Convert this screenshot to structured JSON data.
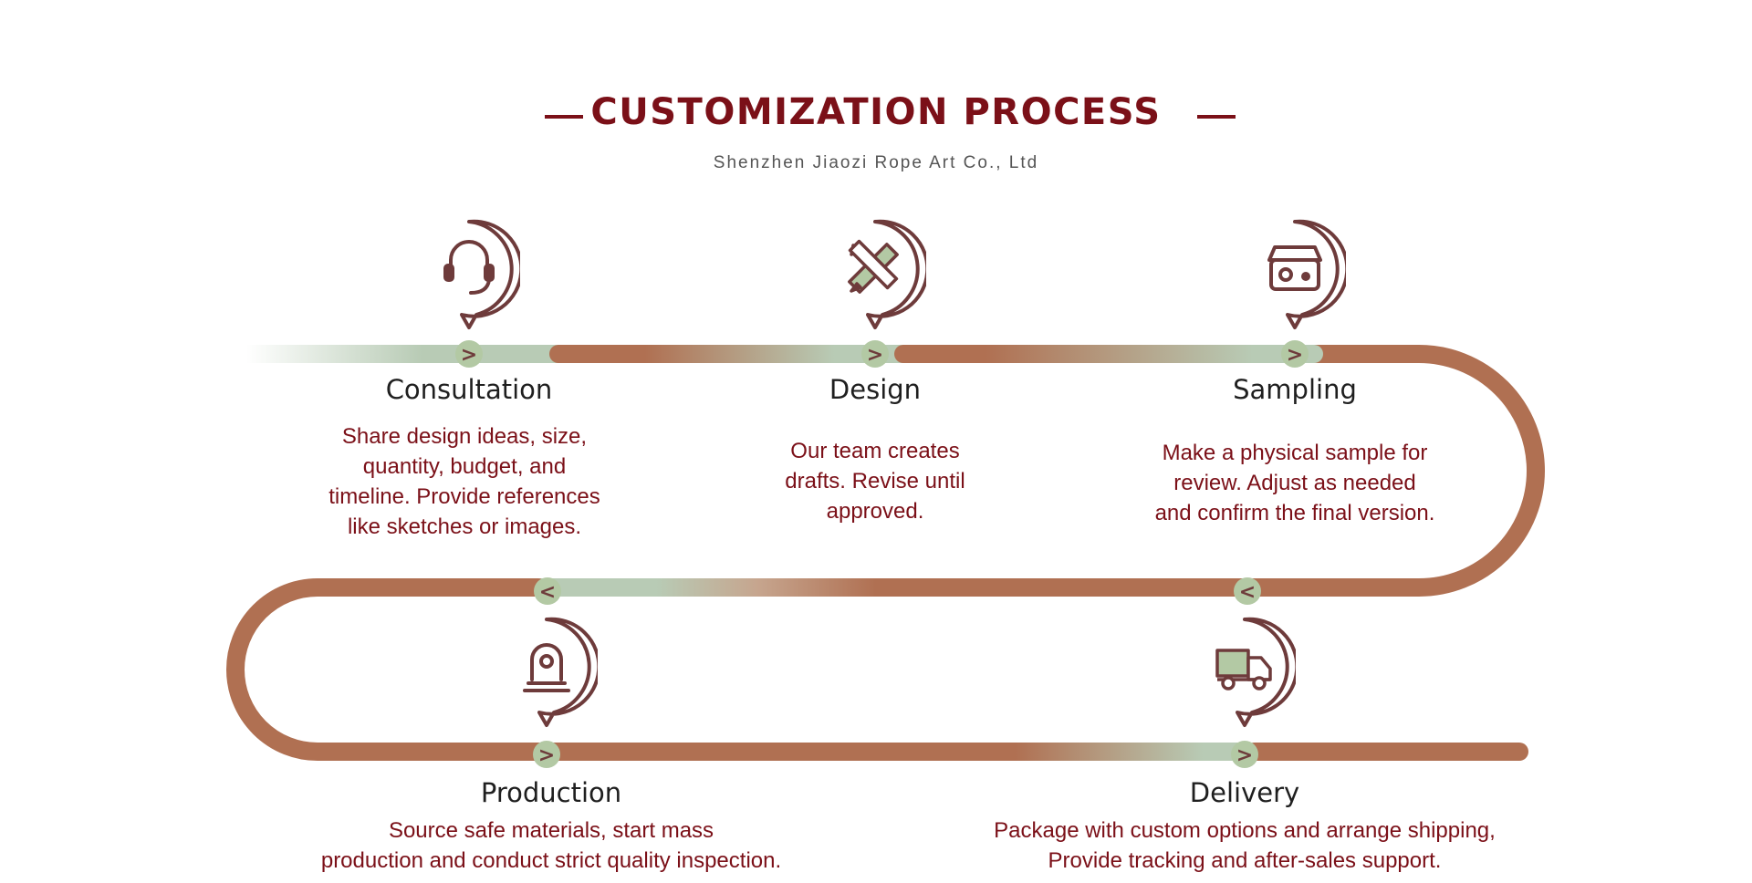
{
  "header": {
    "title": "CUSTOMIZATION PROCESS",
    "subtitle": "Shenzhen Jiaozi Rope Art Co., Ltd"
  },
  "colors": {
    "accent": "#7b1018",
    "track": "#b07052",
    "track_light": "#b8cbb5",
    "node": "#b3c9a4",
    "icon": "#6e3b3b"
  },
  "arrows": {
    "forward": ">",
    "back": "<"
  },
  "steps": [
    {
      "title": "Consultation",
      "icon": "headset-icon",
      "lines": [
        "Share design ideas, size,",
        "quantity, budget, and",
        "timeline. Provide references",
        "like sketches or images."
      ]
    },
    {
      "title": "Design",
      "icon": "pencil-ruler-icon",
      "lines": [
        "Our team creates",
        "drafts. Revise until",
        "approved."
      ]
    },
    {
      "title": "Sampling",
      "icon": "sample-box-icon",
      "lines": [
        "Make a physical sample for",
        "review. Adjust as needed",
        "and confirm the final version."
      ]
    },
    {
      "title": "Production",
      "icon": "machine-icon",
      "lines": [
        "Source safe materials, start mass",
        "production and conduct strict quality inspection."
      ]
    },
    {
      "title": "Delivery",
      "icon": "truck-icon",
      "lines": [
        "Package with custom options and arrange shipping,",
        "Provide tracking and after-sales support."
      ]
    }
  ]
}
